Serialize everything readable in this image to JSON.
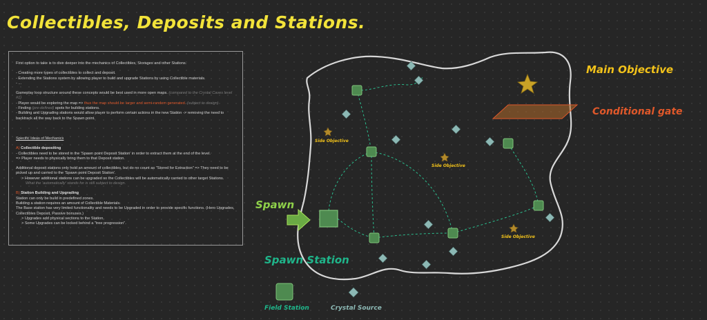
{
  "title": "Collectibles, Deposits and Stations.",
  "notes": {
    "intro": "First option to take is to dive deeper into the mechanics of Collectibles, Storages and other Stations.",
    "bullets": [
      "- Creating more types of collectibles to collect and deposit.",
      "- Extending the Stations system by allowing player to build and upgrade Stations by using Collectible materials.",
      "- ..."
    ],
    "gameplay_lead": "Gameplay loop structure around these concepts would be best used in more open maps.",
    "gameplay_note": "(compared to the Crystal Caves level #1)",
    "explore_lead": "- Player would be exploring the map =>",
    "explore_red": "thus the map should be larger and semi-random generated.",
    "explore_note": "(subject to design)",
    "finding_lead": "- Finding",
    "finding_note": "(pre-defined)",
    "finding_tail": "spots for building stations.",
    "building": "- Building and Upgrading stations would allow player to perform certain actions in the new Station -> removing the need to backtrack all the way back to the Spawn point.",
    "ideas_header": "Specific Ideas of Mechanics",
    "sec_a_letter": "A)",
    "sec_a_title": "Collectible depositing",
    "sec_a_lines": [
      "- Collectibles need to be stored in the 'Spawn point Deposit Station' in order to extract them at the end of the level.",
      "=> Player needs to physically bring them to that Deposit station."
    ],
    "sec_a_para": "Additional deposit stations only hold an amount of collectibles, but do no count as \"Stored for Extraction\" => They need to be picked up and carried to the 'Spawn point Deposit Station'.",
    "sec_a_however": "> However additional stations can be upgraded so the Collectibles will be automatically carried to other target Stations.",
    "sec_a_note": "What the 'automatically' stands for is still subject to design.",
    "sec_b_letter": "B)",
    "sec_b_title": "Station Building and Upgrading",
    "sec_b_lines": [
      "Station can only be build in predefined zones.",
      "Building a station requires an amount of Collectible Materials.",
      "The Base station has very limited functionality and needs to be Upgraded in order to provide specific functions. (Hero Upgrades, Collectibles Deposit, Passive bonuses.)",
      "> Upgrades add physical sections to the Station.",
      "> Some Upgrades can be locked behind a \"tree progression\"."
    ]
  },
  "labels": {
    "main_objective": "Main Objective",
    "conditional_gate": "Conditional gate",
    "spawn": "Spawn",
    "spawn_station": "Spawn Station",
    "side_objective": "Side Objective",
    "field_station": "Field Station",
    "crystal_source": "Crystal Source"
  },
  "colors": {
    "title": "#f2e33a",
    "yellow_label": "#f2c21a",
    "gate": "#e0582a",
    "spawn": "#8fd14a",
    "teal": "#1fb58a",
    "station_fill": "#4e8a50",
    "star": "#c9a227",
    "crystal": "#8cb8b4"
  }
}
